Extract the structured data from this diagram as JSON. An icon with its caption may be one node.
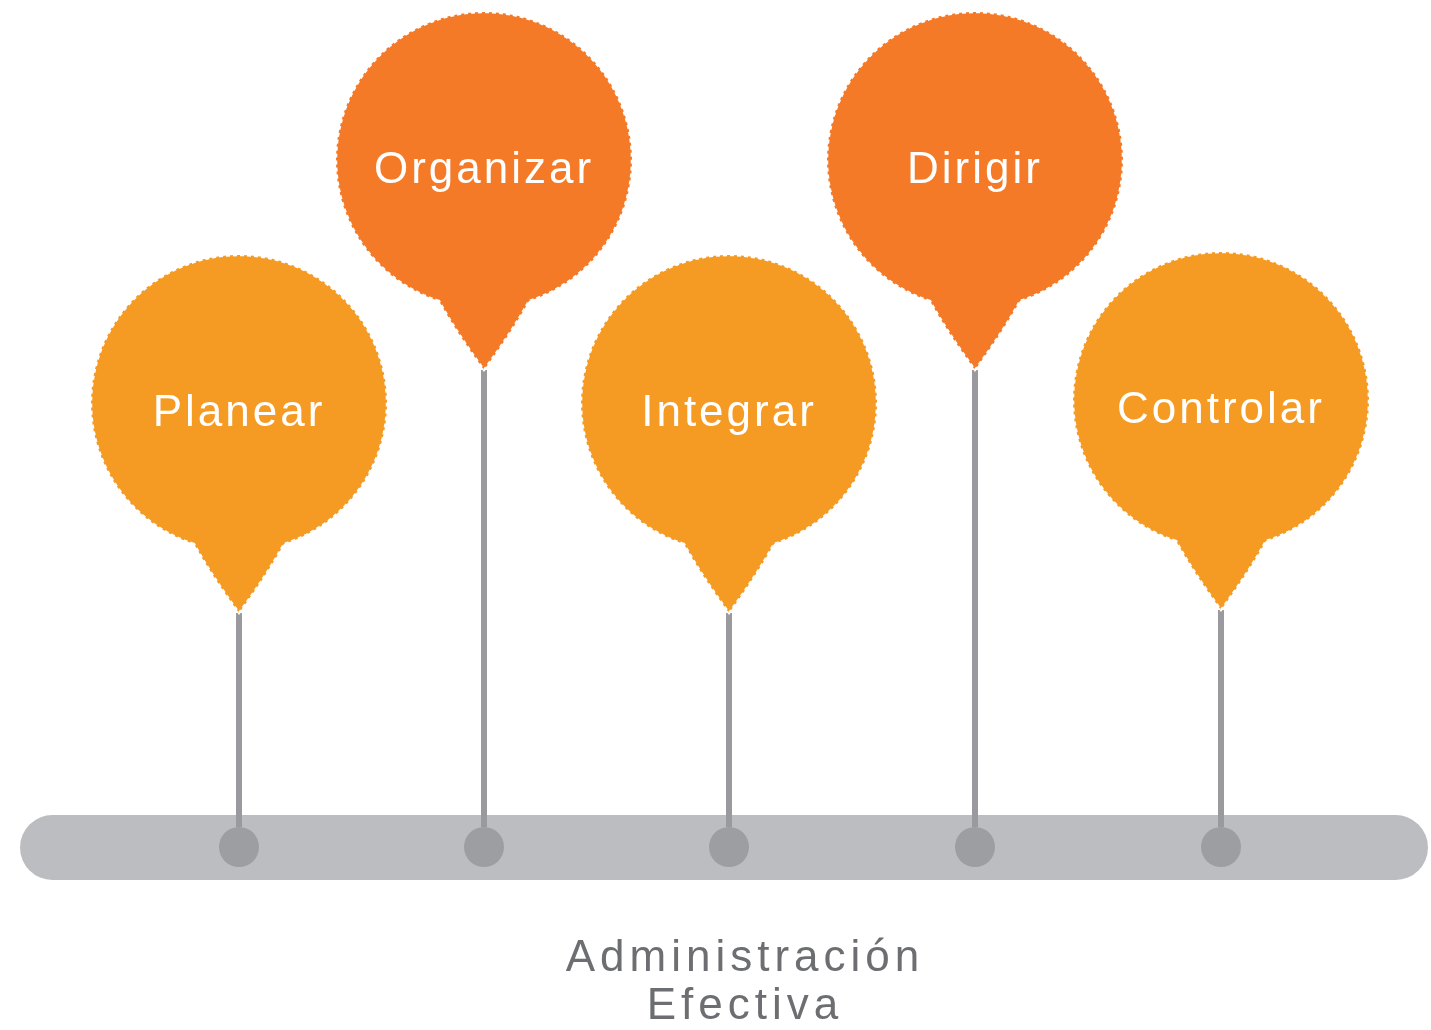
{
  "diagram": {
    "nodes": [
      {
        "text": [
          "Planear"
        ]
      },
      {
        "text": [
          "Organizar"
        ]
      },
      {
        "text": [
          "Integrar"
        ]
      },
      {
        "text": [
          "Dirigir"
        ]
      },
      {
        "text": [
          "Controlar"
        ]
      },
      {
        "text": [],
        "shape": "bar"
      },
      {
        "text": [],
        "shape": "circle",
        "in": 5
      },
      {
        "text": [],
        "shape": "circle",
        "in": 5
      },
      {
        "text": [],
        "shape": "circle",
        "in": 5
      },
      {
        "text": [],
        "shape": "circle",
        "in": 5
      },
      {
        "text": [],
        "shape": "circle",
        "in": 5
      }
    ],
    "edges": [
      {
        "from": 0,
        "to": 6,
        "arrow": "none"
      },
      {
        "from": 1,
        "to": 7,
        "arrow": "none"
      },
      {
        "from": 2,
        "to": 8,
        "arrow": "none"
      },
      {
        "from": 3,
        "to": 9,
        "arrow": "none"
      },
      {
        "from": 4,
        "to": 10,
        "arrow": "none"
      }
    ],
    "labels": [
      "Administración Efectiva"
    ]
  }
}
